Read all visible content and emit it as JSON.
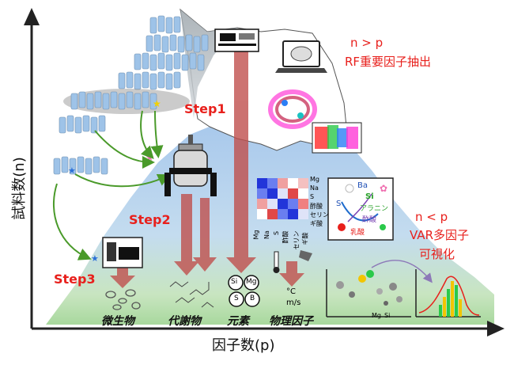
{
  "axes": {
    "y_label": "試料数(n)",
    "x_label": "因子数(p)"
  },
  "steps": [
    "Step1",
    "Step2",
    "Step3"
  ],
  "top_right": {
    "line1": "n > p",
    "line2": "RF重要因子抽出"
  },
  "mid_right": {
    "line1": "n < p",
    "line2": "VAR多因子",
    "line3": "可視化"
  },
  "categories": [
    "微生物",
    "代謝物",
    "元素",
    "物理因子"
  ],
  "heatmap_labels": [
    "Mg",
    "Na",
    "S",
    "酢酸",
    "セリン",
    "ギ酸"
  ],
  "network_labels": {
    "ba": "Ba",
    "si": "Si",
    "s": "S",
    "alanine": "アラニン",
    "acetic": "酢酸",
    "lactic": "乳酸"
  },
  "elements": [
    "Si",
    "Mg",
    "S",
    "B"
  ],
  "physical": {
    "temp": "°C",
    "speed": "m/s"
  },
  "scatter_labels": [
    "Mg",
    "Si"
  ],
  "colors": {
    "step_text": "#e8201c",
    "arrow": "#c0504d",
    "mountain_top": "#bfc7cc",
    "mountain_sky": "#bcd6ef",
    "mountain_ground": "#b9ddb1",
    "green_arrow": "#4a9a2a"
  }
}
